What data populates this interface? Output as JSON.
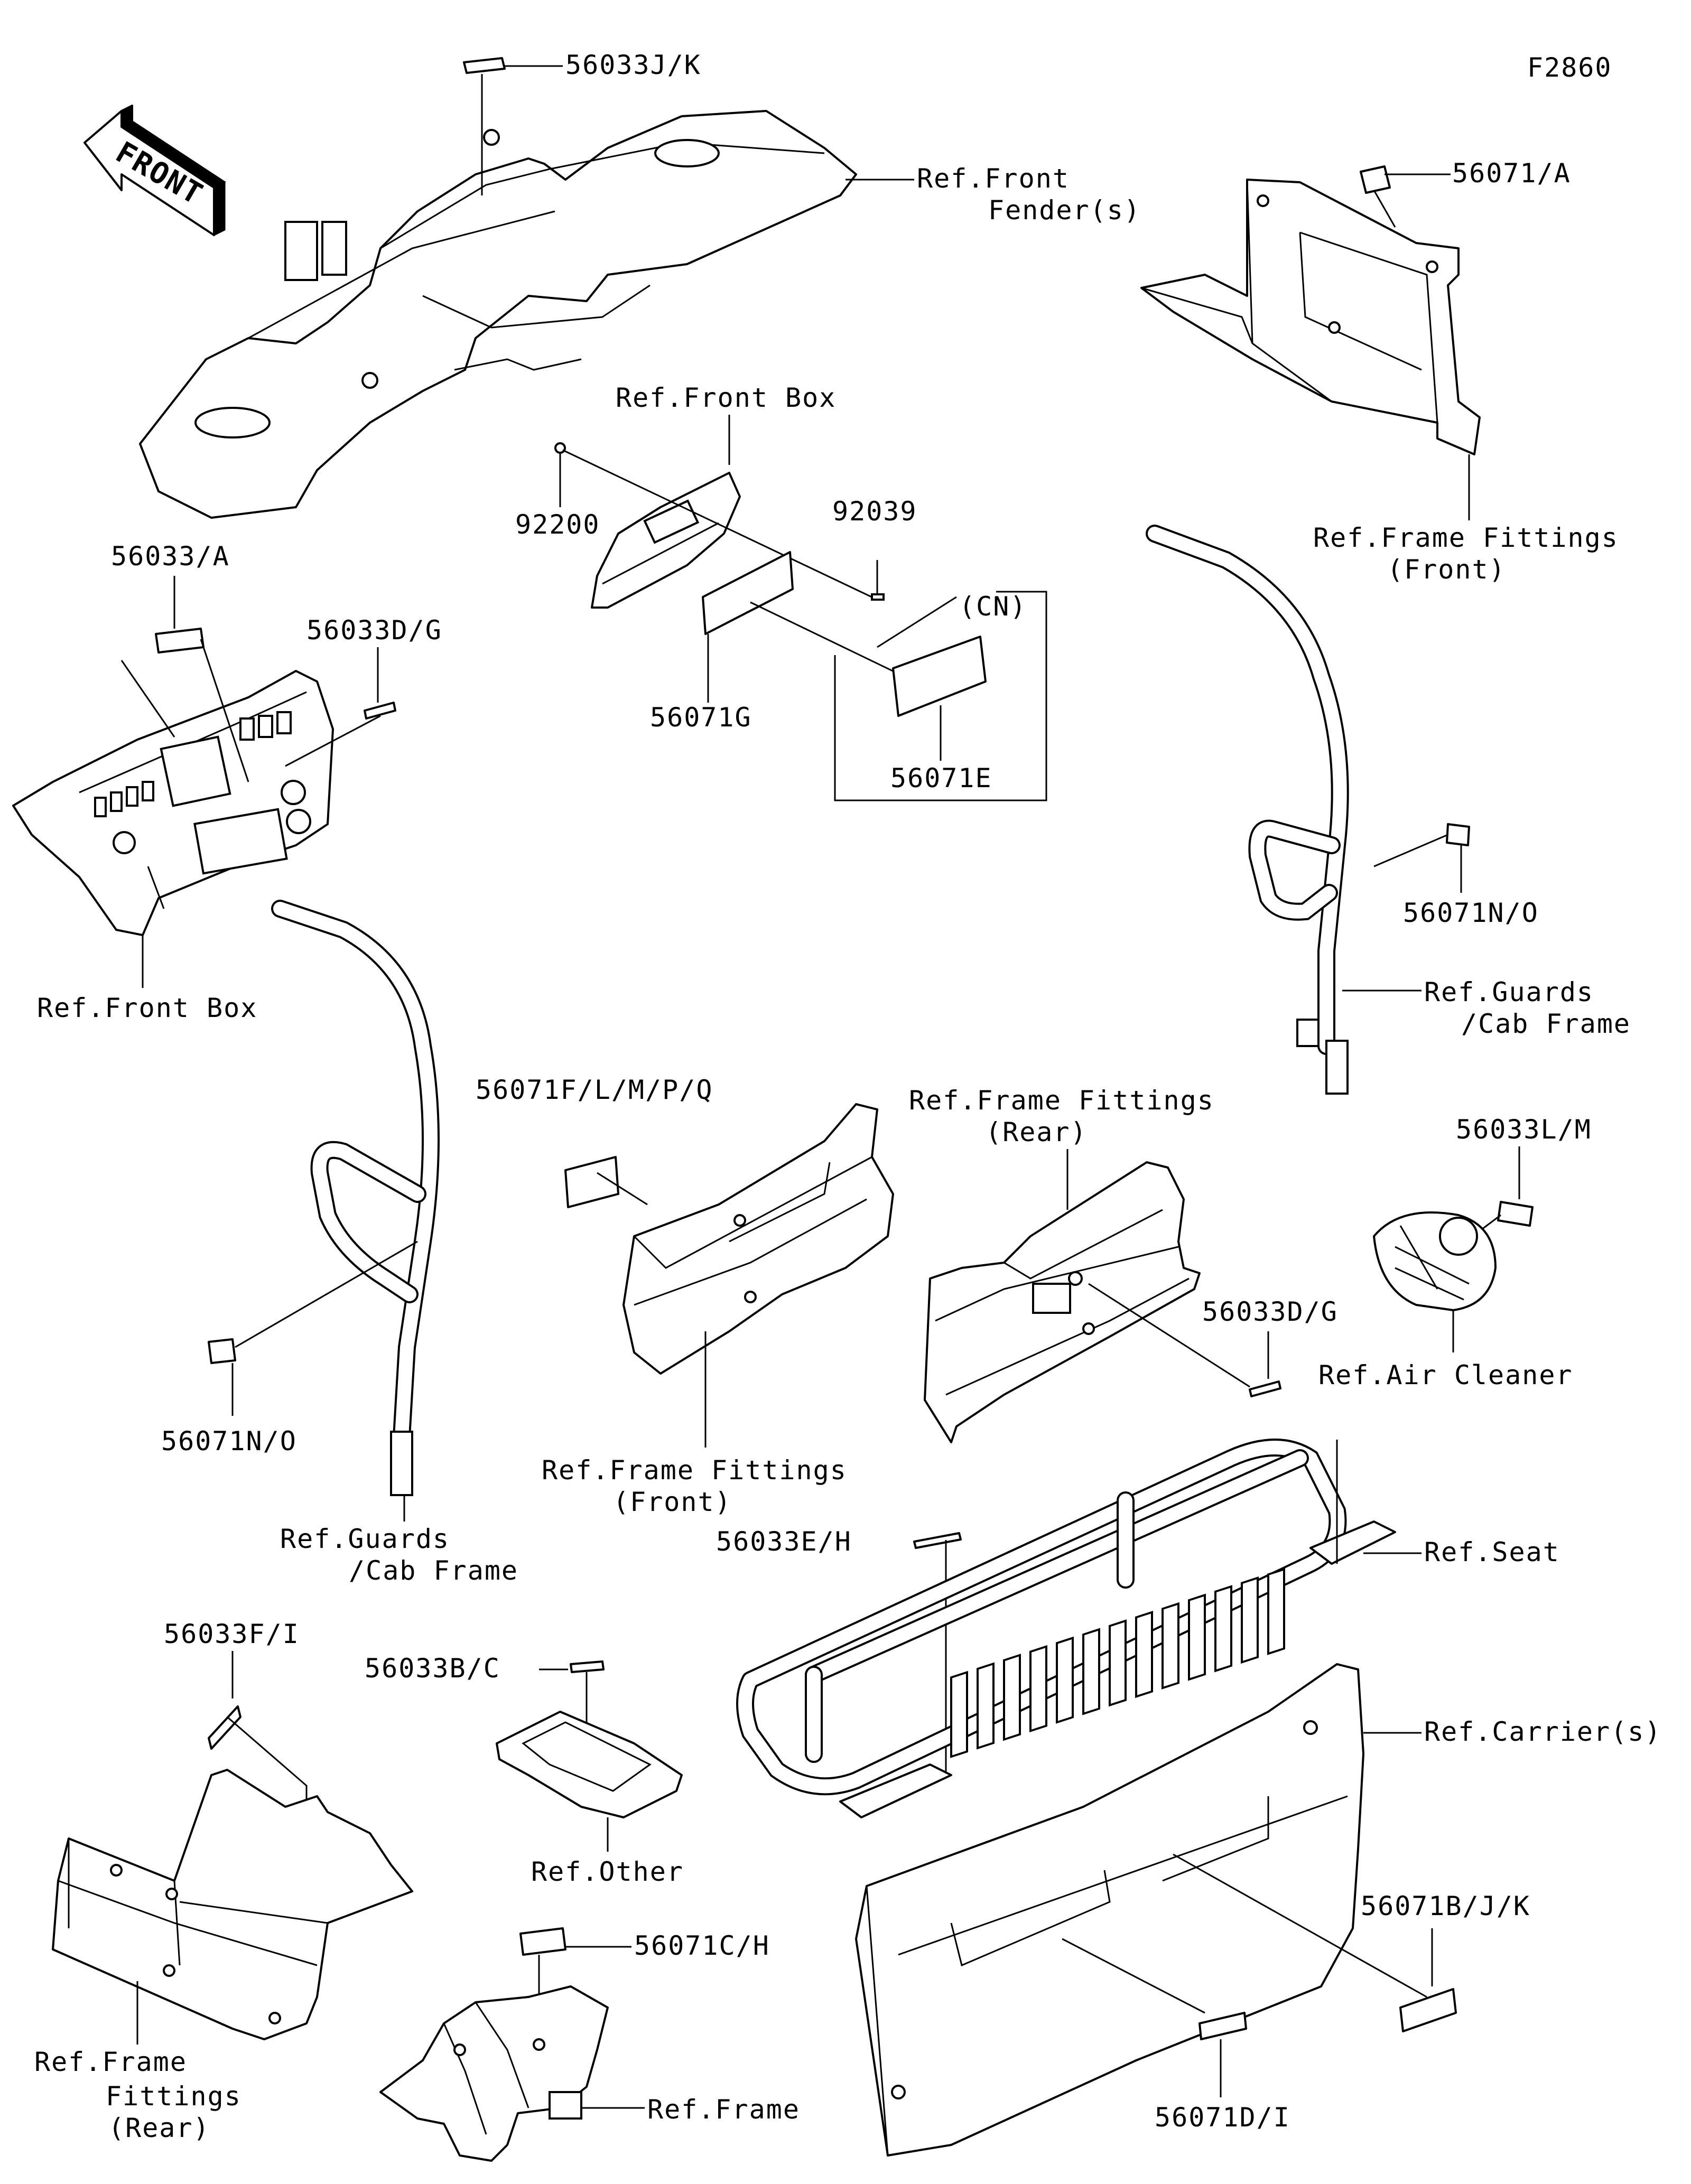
{
  "figure_id": "F2860",
  "front_arrow_text": "FRONT",
  "labels": {
    "l_56033jk": "56033J/K",
    "l_ref_front_fender_1": "Ref.Front",
    "l_ref_front_fender_2": "Fender(s)",
    "l_56071a": "56071/A",
    "l_ref_front_box_top": "Ref.Front Box",
    "l_92200": "92200",
    "l_92039": "92039",
    "l_cn": "(CN)",
    "l_56071g": "56071G",
    "l_56071e": "56071E",
    "l_ref_frame_fit_front_tr_1": "Ref.Frame Fittings",
    "l_ref_frame_fit_front_tr_2": "(Front)",
    "l_56033a": "56033/A",
    "l_56033dg_top": "56033D/G",
    "l_ref_front_box_left": "Ref.Front Box",
    "l_56071no_right": "56071N/O",
    "l_ref_guards_right_1": "Ref.Guards",
    "l_ref_guards_right_2": "/Cab Frame",
    "l_56071flmpq": "56071F/L/M/P/Q",
    "l_ref_frame_fit_rear_mid_1": "Ref.Frame Fittings",
    "l_ref_frame_fit_rear_mid_2": "(Rear)",
    "l_56033lm": "56033L/M",
    "l_56033dg_mid": "56033D/G",
    "l_ref_air_cleaner": "Ref.Air Cleaner",
    "l_56071no_left": "56071N/O",
    "l_ref_frame_fit_front_mid_1": "Ref.Frame Fittings",
    "l_ref_frame_fit_front_mid_2": "(Front)",
    "l_ref_guards_left_1": "Ref.Guards",
    "l_ref_guards_left_2": "/Cab Frame",
    "l_56033eh": "56033E/H",
    "l_ref_seat": "Ref.Seat",
    "l_56033fi": "56033F/I",
    "l_56033bc": "56033B/C",
    "l_ref_carriers": "Ref.Carrier(s)",
    "l_ref_other": "Ref.Other",
    "l_56071bjk": "56071B/J/K",
    "l_56071ch": "56071C/H",
    "l_ref_frame_fit_rear_bl_1": "Ref.Frame",
    "l_ref_frame_fit_rear_bl_2": "Fittings",
    "l_ref_frame_fit_rear_bl_3": "(Rear)",
    "l_ref_frame": "Ref.Frame",
    "l_56071di": "56071D/I"
  }
}
